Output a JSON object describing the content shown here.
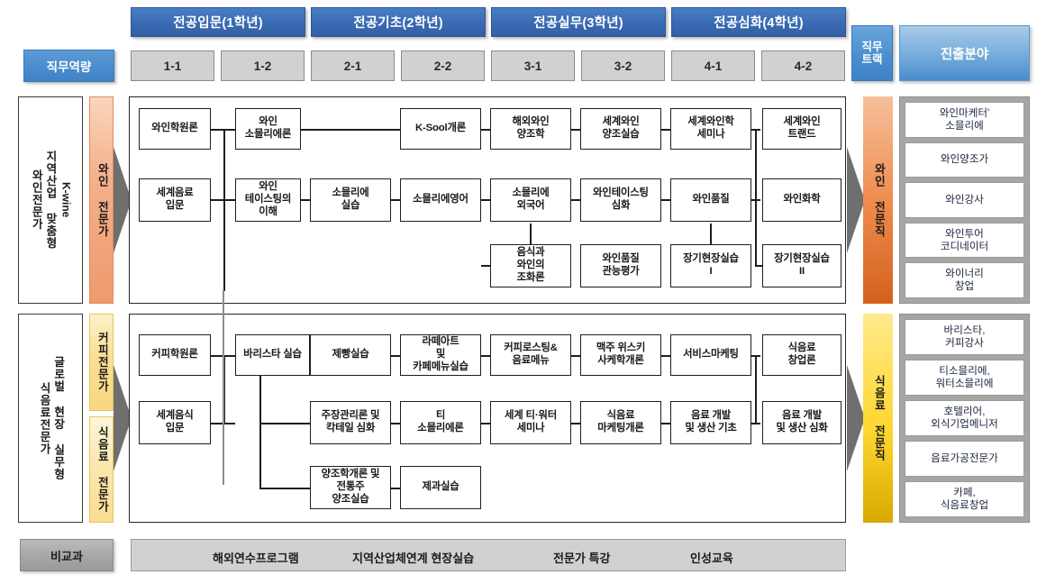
{
  "header": {
    "competency_label": "직무역량",
    "track_label": "직무\n트랙",
    "track_label_line1": "직무",
    "track_label_line2": "트랙",
    "field_label": "진출분야",
    "years": [
      {
        "label": "전공입문(1학년)",
        "semesters": [
          "1-1",
          "1-2"
        ]
      },
      {
        "label": "전공기초(2학년)",
        "semesters": [
          "2-1",
          "2-2"
        ]
      },
      {
        "label": "전공실무(3학년)",
        "semesters": [
          "3-1",
          "3-2"
        ]
      },
      {
        "label": "전공심화(4학년)",
        "semesters": [
          "4-1",
          "4-2"
        ]
      }
    ]
  },
  "tracks": [
    {
      "id": "wine",
      "program_title_line1": "와인전문가",
      "program_title_line2": "지역산업 맞춤형",
      "program_title_line3": "K-wine",
      "program_title_full": "와인전문가 지역산업 맞춤형 K-wine",
      "specialties": [
        {
          "label": "와인 전문가",
          "color": "#f4b08a"
        }
      ],
      "outcome_label": "와인 전문직",
      "outcome_color": "#ef8c4f",
      "courses": [
        {
          "name": "와인학원론",
          "col": 0,
          "row": 0
        },
        {
          "name": "와인\n소믈리에론",
          "col": 1,
          "row": 0
        },
        {
          "name": "K-Sool개론",
          "col": 3,
          "row": 0
        },
        {
          "name": "해외와인\n양조학",
          "col": 4,
          "row": 0
        },
        {
          "name": "세계와인\n양조실습",
          "col": 5,
          "row": 0
        },
        {
          "name": "세계와인학\n세미나",
          "col": 6,
          "row": 0
        },
        {
          "name": "세계와인\n트랜드",
          "col": 7,
          "row": 0
        },
        {
          "name": "세계음료\n입문",
          "col": 0,
          "row": 1
        },
        {
          "name": "와인\n테이스팅의\n이해",
          "col": 1,
          "row": 1
        },
        {
          "name": "소믈리에\n실습",
          "col": 2,
          "row": 1
        },
        {
          "name": "소믈리에영어",
          "col": 3,
          "row": 1
        },
        {
          "name": "소믈리에\n외국어",
          "col": 4,
          "row": 1
        },
        {
          "name": "와인테이스팅\n심화",
          "col": 5,
          "row": 1
        },
        {
          "name": "와인품질",
          "col": 6,
          "row": 1
        },
        {
          "name": "와인화학",
          "col": 7,
          "row": 1
        },
        {
          "name": "음식과\n와인의\n조화론",
          "col": 4,
          "row": 2
        },
        {
          "name": "와인품질\n관능평가",
          "col": 5,
          "row": 2
        },
        {
          "name": "장기현장실습\nI",
          "col": 6,
          "row": 2
        },
        {
          "name": "장기현장실습\nII",
          "col": 7,
          "row": 2
        }
      ],
      "careers": [
        "와인마케터'\n소믈리에",
        "와인양조가",
        "와인강사",
        "와인투어\n코디네이터",
        "와이너리\n창업"
      ]
    },
    {
      "id": "beverage",
      "program_title_line1": "식음료전문가",
      "program_title_line2": "글로벌 현장 실무형",
      "program_title_full": "식음료전문가 글로벌 현장 실무형",
      "specialties": [
        {
          "label": "커피전문가",
          "color": "#fadf95"
        },
        {
          "label": "식음료 전문가",
          "color": "#fbe7ae"
        }
      ],
      "outcome_label": "식음료 전문직",
      "outcome_color": "#ffd730",
      "courses": [
        {
          "name": "커피학원론",
          "col": 0,
          "row": 0
        },
        {
          "name": "바리스타 실습",
          "col": 1,
          "row": 0
        },
        {
          "name": "제빵실습",
          "col": 2,
          "row": 0
        },
        {
          "name": "라떼아트\n및\n카페메뉴실습",
          "col": 3,
          "row": 0
        },
        {
          "name": "커피로스팅&\n음료메뉴",
          "col": 4,
          "row": 0
        },
        {
          "name": "맥주 위스키\n사케학개론",
          "col": 5,
          "row": 0
        },
        {
          "name": "서비스마케팅",
          "col": 6,
          "row": 0
        },
        {
          "name": "식음료\n창업론",
          "col": 7,
          "row": 0
        },
        {
          "name": "세계음식\n입문",
          "col": 0,
          "row": 1
        },
        {
          "name": "주장관리론 및\n칵테일 심화",
          "col": 2,
          "row": 1
        },
        {
          "name": "티\n소믈리에론",
          "col": 3,
          "row": 1
        },
        {
          "name": "세계 티·워터\n세미나",
          "col": 4,
          "row": 1
        },
        {
          "name": "식음료\n마케팅개론",
          "col": 5,
          "row": 1
        },
        {
          "name": "음료 개발\n및 생산 기초",
          "col": 6,
          "row": 1
        },
        {
          "name": "음료 개발\n및 생산 심화",
          "col": 7,
          "row": 1
        },
        {
          "name": "양조학개론 및\n전통주\n양조실습",
          "col": 2,
          "row": 2
        },
        {
          "name": "제과실습",
          "col": 3,
          "row": 2
        }
      ],
      "careers": [
        "바리스타,\n커피강사",
        "티소믈리에,\n워터소믈리에",
        "호텔리어,\n외식기업메니저",
        "음료가공전문가",
        "카페,\n식음료창업"
      ]
    }
  ],
  "bottom": {
    "label": "비교과",
    "items": [
      "해외연수프로그램",
      "지역산업체연계 현장실습",
      "전문가 특강",
      "인성교육"
    ]
  },
  "colors": {
    "blue_header": "#3b6cb5",
    "blue_light": "#4a8ccd",
    "gray_cell": "#d3d1d0",
    "wine_accent": "#ef8c4f",
    "beverage_accent": "#ffd730",
    "arrow_gray": "#7f7f7f",
    "career_bg": "#a6a6a6"
  }
}
